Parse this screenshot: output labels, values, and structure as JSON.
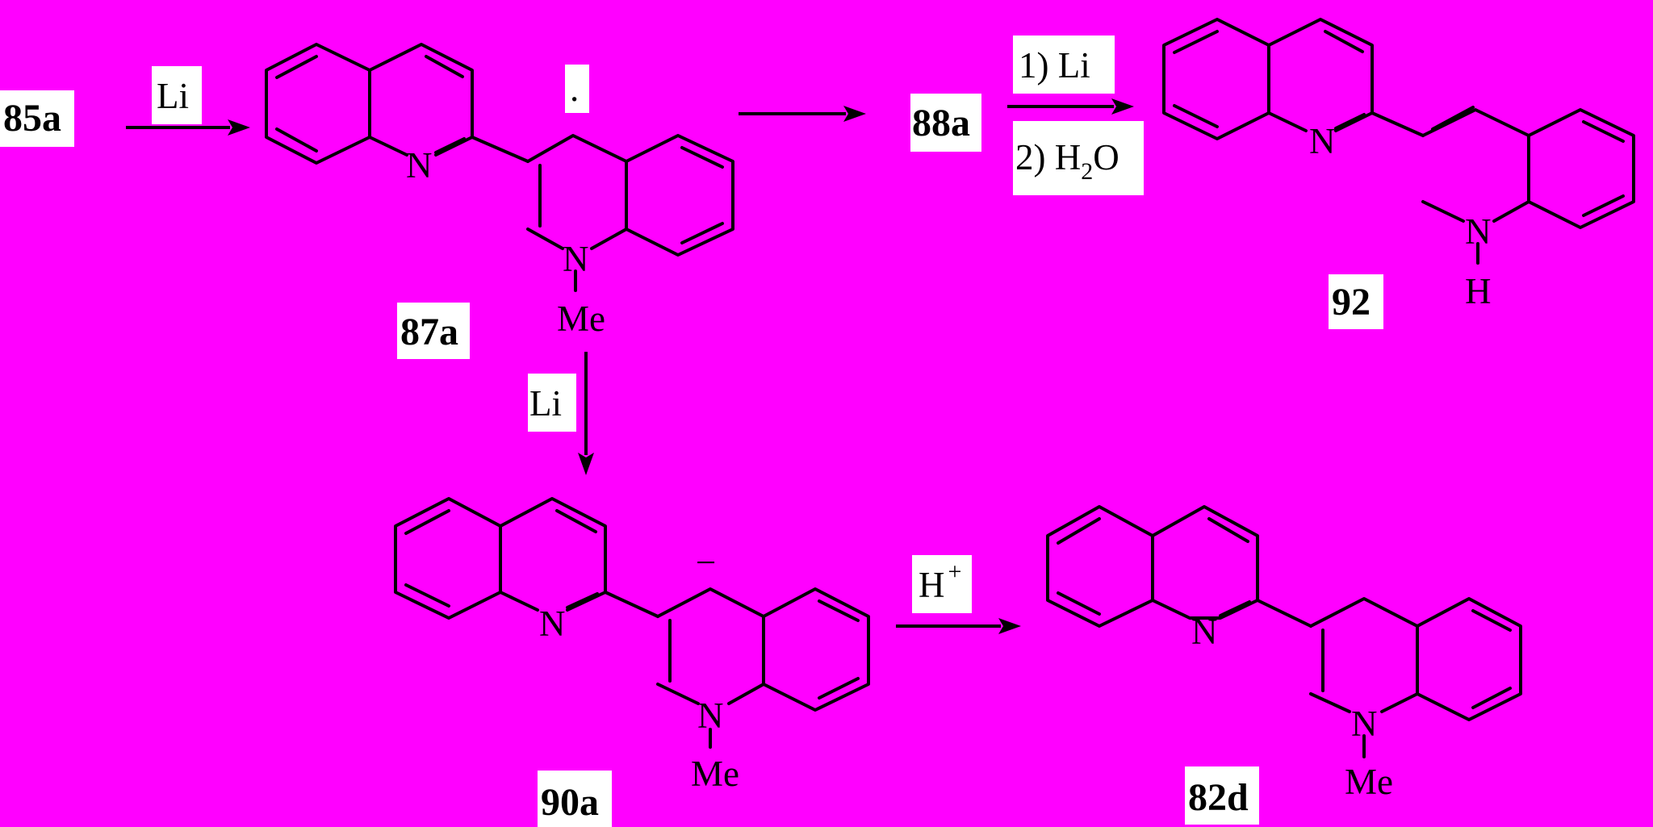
{
  "compounds": {
    "c85a": "85a",
    "c87a": "87a",
    "c88a": "88a",
    "c92": "92",
    "c90a": "90a",
    "c82d": "82d"
  },
  "reagents": {
    "li": "Li",
    "step1": "1) Li",
    "step2_prefix": "2) H",
    "step2_sub": "2",
    "step2_suffix": "O",
    "li_down": "Li",
    "proton": "H",
    "proton_charge": "+"
  },
  "atoms": {
    "nitrogen": "N",
    "methyl": "Me",
    "hydrogen": "H",
    "radical_dot": "."
  },
  "charges": {
    "anion": "−"
  },
  "colors": {
    "background": "#ff00ff",
    "ink": "#000000",
    "label_box": "#ffffff"
  }
}
